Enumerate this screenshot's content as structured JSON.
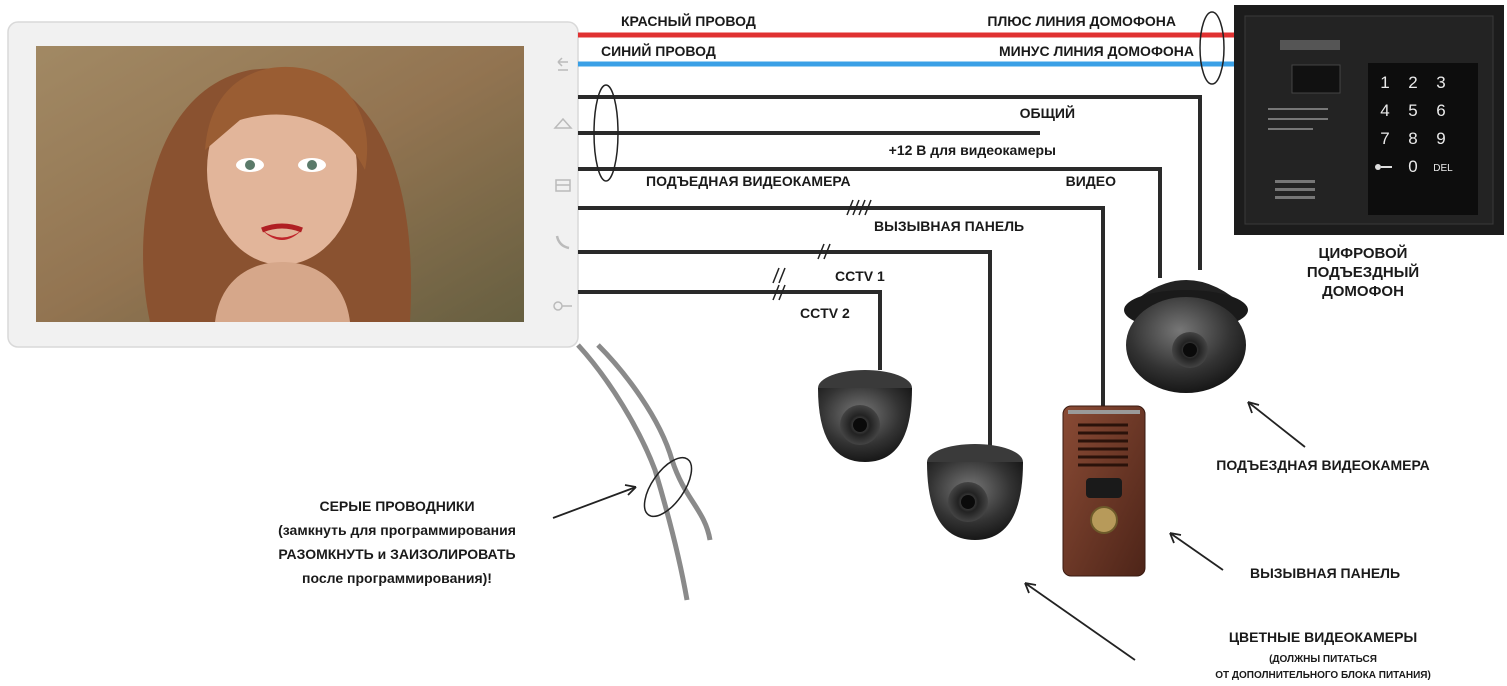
{
  "wires": {
    "red": "КРАСНЫЙ ПРОВОД",
    "blue": "СИНИЙ ПРОВОД",
    "plus_line": "ПЛЮС  ЛИНИЯ ДОМОФОНА",
    "minus_line": "МИНУС ЛИНИЯ ДОМОФОНА",
    "common": "ОБЩИЙ",
    "power12": "+12 В для видеокамеры",
    "entrance_camera": "ПОДЪЕДНАЯ ВИДЕОКАМЕРА",
    "video": "ВИДЕО",
    "call_panel": "ВЫЗЫВНАЯ ПАНЕЛЬ",
    "cctv1": "CCTV 1",
    "cctv2": "CCTV 2"
  },
  "digital_intercom": {
    "line1": "ЦИФРОВОЙ",
    "line2": "ПОДЪЕЗДНЫЙ",
    "line3": "ДОМОФОН"
  },
  "keypad": [
    "1",
    "2",
    "3",
    "4",
    "5",
    "6",
    "7",
    "8",
    "9",
    "0",
    "DEL"
  ],
  "callouts": {
    "entrance_camera": "ПОДЪЕЗДНАЯ ВИДЕОКАМЕРА",
    "call_panel": "ВЫЗЫВНАЯ ПАНЕЛЬ",
    "color_cameras": "ЦВЕТНЫЕ ВИДЕОКАМЕРЫ",
    "color_note1": "(ДОЛЖНЫ ПИТАТЬСЯ",
    "color_note2": "ОТ ДОПОЛНИТЕЛЬНОГО БЛОКА ПИТАНИЯ)"
  },
  "gray_wires": {
    "line1": "СЕРЫЕ ПРОВОДНИКИ",
    "line2": "(замкнуть для программирования",
    "line3": "РАЗОМКНУТЬ и ЗАИЗОЛИРОВАТЬ",
    "line4": "после программирования)!"
  },
  "colors": {
    "red_wire": "#e03131",
    "blue_wire": "#3aa0e6",
    "black_wire": "#2a2a2a",
    "gray_wire": "#8a8a8a",
    "panel_bezel": "#1c1c1c",
    "call_panel_body": "#6b3a2a"
  },
  "icons": [
    "back-icon",
    "home-icon",
    "menu-icon",
    "phone-icon",
    "key-icon"
  ]
}
